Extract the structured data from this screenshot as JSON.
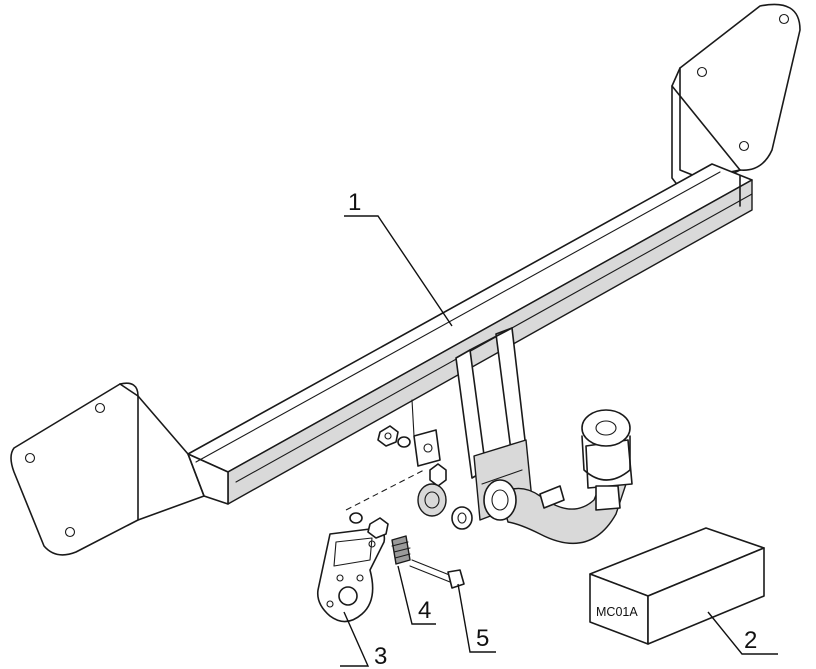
{
  "callouts": [
    {
      "id": "1",
      "label": "1"
    },
    {
      "id": "2",
      "label": "2"
    },
    {
      "id": "3",
      "label": "3"
    },
    {
      "id": "4",
      "label": "4"
    },
    {
      "id": "5",
      "label": "5"
    }
  ],
  "package": {
    "code": "MC01A"
  },
  "colors": {
    "line": "#1a1a1a",
    "shade": "#d9d9d9",
    "dark_shade": "#9a9a9a",
    "background": "#ffffff"
  }
}
